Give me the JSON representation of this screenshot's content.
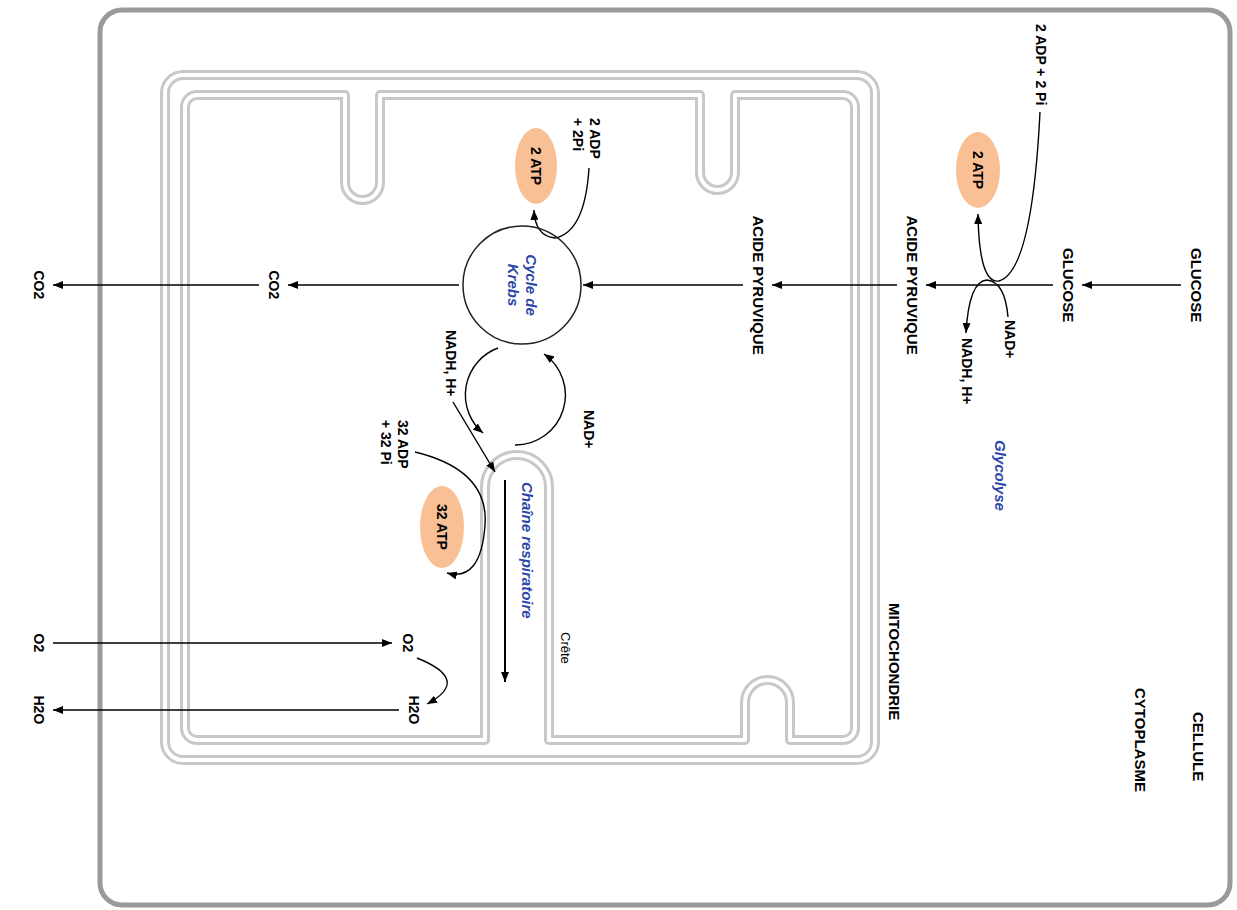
{
  "diagram": {
    "nodes": [
      {
        "text": [
          "CELLULE"
        ]
      },
      {
        "text": [
          "2 ATP"
        ],
        "in": 0
      },
      {
        "text": [
          "MITOCHONDRIE"
        ],
        "in": 0
      },
      {
        "text": [
          "2 ATP"
        ],
        "in": 2
      },
      {
        "text": [
          "Cycle de Krebs"
        ],
        "in": 2
      },
      {
        "text": [
          "32 ATP"
        ],
        "in": 2
      }
    ],
    "labels": [
      "GLUCOSE",
      "GLUCOSE",
      "CYTOPLASME",
      "2 ADP + 2 Pi",
      "NAD+",
      "NADH, H+",
      "Glycolyse",
      "ACIDE PYRUVIQUE",
      "ACIDE PYRUVIQUE",
      "2 ADP + 2Pi",
      "NAD+",
      "NADH, H+",
      "Crête",
      "Chaîne respiratoire",
      "32 ADP + 32 Pi",
      "CO2",
      "CO2",
      "O2",
      "H2O",
      "O2",
      "H2O"
    ]
  }
}
